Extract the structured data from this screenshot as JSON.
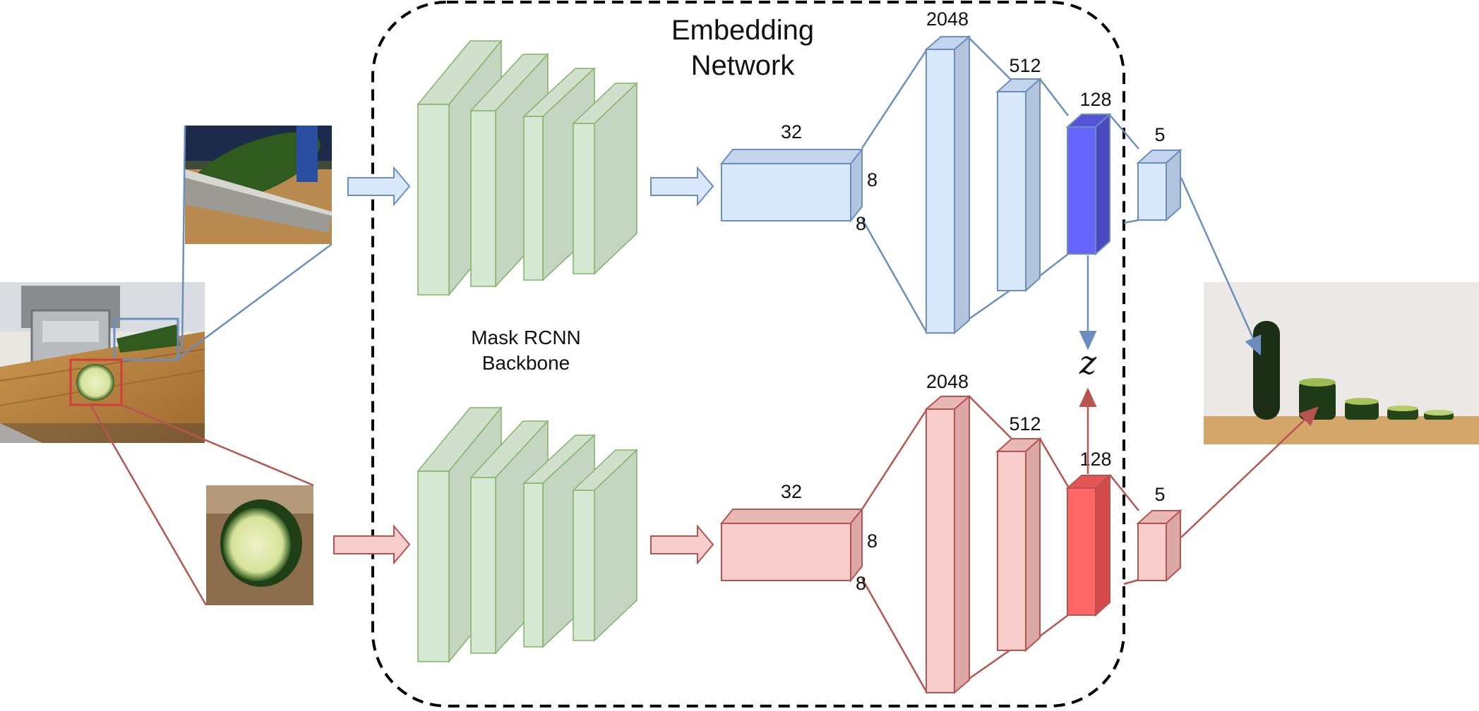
{
  "embedding_network": {
    "line1": "Embedding",
    "line2": "Network"
  },
  "backbone": {
    "line1": "Mask RCNN",
    "line2": "Backbone"
  },
  "top_branch": {
    "fc32": "32",
    "dim_a": "8",
    "dim_b": "8",
    "fc2048": "2048",
    "fc512": "512",
    "fc128": "128",
    "fc5": "5"
  },
  "bottom_branch": {
    "fc32": "32",
    "dim_a": "8",
    "dim_b": "8",
    "fc2048": "2048",
    "fc512": "512",
    "fc128": "128",
    "fc5": "5"
  },
  "latent": "z",
  "colors": {
    "blue_fill": "#dae8fc",
    "blue_stroke": "#6c8ebf",
    "blue_accent": "#6666ff",
    "red_fill": "#f8cecc",
    "red_stroke": "#b85450",
    "red_accent": "#ff6666",
    "green_fill": "#d5e8d4",
    "green_stroke": "#82b366"
  },
  "icons": {
    "scene": "robot-cutting-cucumber-photo",
    "crop_top": "knife-crop-photo",
    "crop_bottom": "cucumber-slice-crop-photo",
    "result": "cucumber-slices-lineup-photo"
  }
}
